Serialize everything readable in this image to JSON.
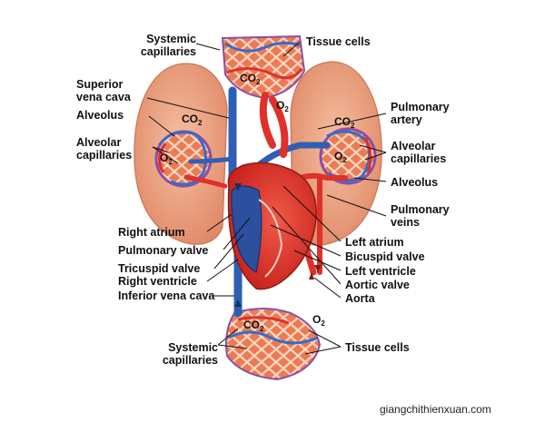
{
  "labels": {
    "systemic_capillaries_top": "Systemic\ncapillaries",
    "tissue_cells_top": "Tissue cells",
    "superior_vena_cava": "Superior\nvena cava",
    "alveolus_left": "Alveolus",
    "alveolar_capillaries_left": "Alveolar\ncapillaries",
    "pulmonary_artery": "Pulmonary\nartery",
    "alveolar_capillaries_right": "Alveolar\ncapillaries",
    "alveolus_right": "Alveolus",
    "pulmonary_veins": "Pulmonary\nveins",
    "right_atrium": "Right atrium",
    "pulmonary_valve": "Pulmonary valve",
    "tricuspid_valve": "Tricuspid valve",
    "right_ventricle": "Right ventricle",
    "inferior_vena_cava": "Inferior vena cava",
    "left_atrium": "Left atrium",
    "bicuspid_valve": "Bicuspid valve",
    "left_ventricle": "Left ventricle",
    "aortic_valve": "Aortic valve",
    "aorta": "Aorta",
    "systemic_capillaries_bottom": "Systemic\ncapillaries",
    "tissue_cells_bottom": "Tissue cells"
  },
  "gas_markers": {
    "co2": "CO",
    "o2": "O",
    "subscript": "2"
  },
  "watermark": "giangchithienxuan.com",
  "colors": {
    "oxygenated": "#e0302a",
    "deoxygenated": "#2f5fb5",
    "lung": "#f0a888",
    "tissue": "#f07a50",
    "capillary_purple": "#8a4fa6"
  }
}
